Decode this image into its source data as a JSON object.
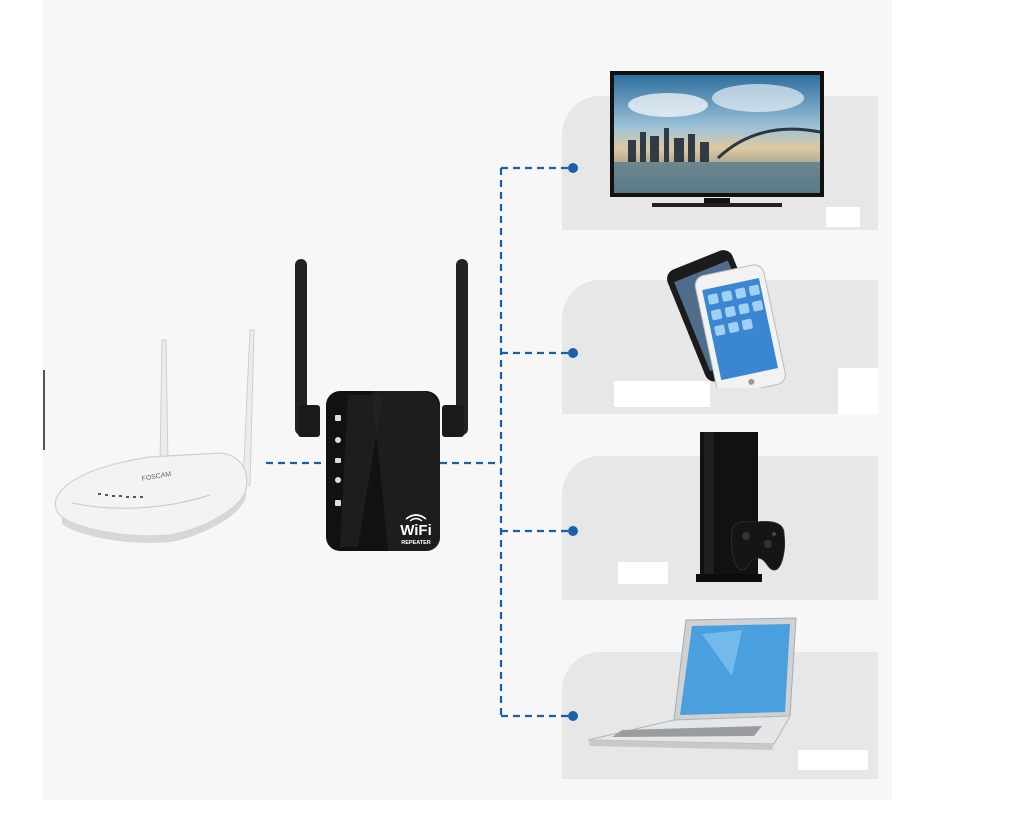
{
  "diagram": {
    "router_brand": "FOSCAM",
    "repeater_badge": {
      "main": "WiFi",
      "sub": "REPEATER"
    },
    "devices": [
      {
        "id": "tv",
        "label": ""
      },
      {
        "id": "smartphone",
        "label": ""
      },
      {
        "id": "game-console",
        "label": ""
      },
      {
        "id": "laptop",
        "label": ""
      }
    ],
    "colors": {
      "connection_line": "#1a5fa8",
      "card_background": "#e7e7e7",
      "repeater_body": "#111111",
      "router_body": "#f2f2f2"
    }
  }
}
